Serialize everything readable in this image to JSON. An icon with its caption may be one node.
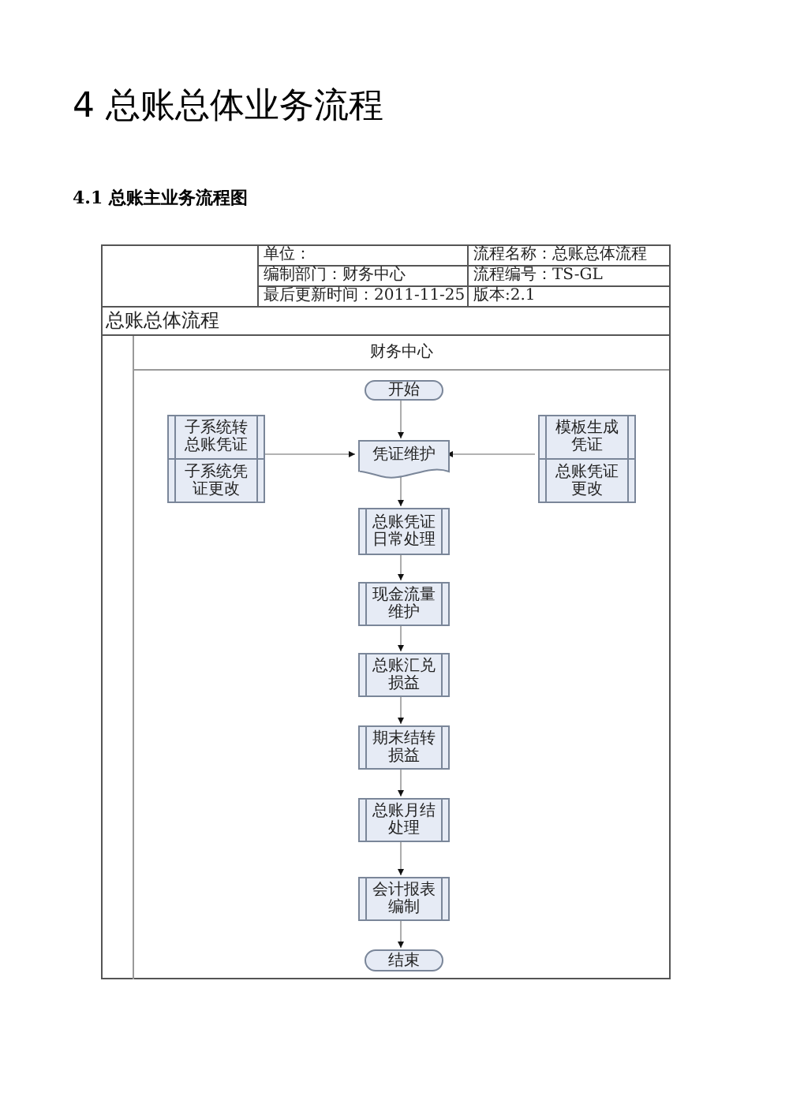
{
  "diagram": {
    "title": "4 总账总体业务流程",
    "nodes": [
      {
        "text": [
          "总账总体流程"
        ]
      },
      {
        "text": [
          "财务中心"
        ],
        "in": 0
      },
      {
        "text": [
          "开始"
        ],
        "in": 1
      },
      {
        "text": [
          "子系统转总账凭证",
          "子系统凭证更改"
        ],
        "in": 1
      },
      {
        "text": [
          "凭证维护"
        ],
        "in": 1
      },
      {
        "text": [
          "模板生成凭证",
          "总账凭证更改"
        ],
        "in": 1
      },
      {
        "text": [
          "总账凭证日常处理"
        ],
        "in": 1
      },
      {
        "text": [
          "现金流量维护"
        ],
        "in": 1
      },
      {
        "text": [
          "总账汇兑损益"
        ],
        "in": 1
      },
      {
        "text": [
          "期末结转损益"
        ],
        "in": 1
      },
      {
        "text": [
          "总账月结处理"
        ],
        "in": 1
      },
      {
        "text": [
          "会计报表编制"
        ],
        "in": 1
      },
      {
        "text": [
          "结束"
        ],
        "in": 1
      }
    ],
    "edges": [
      {
        "from": 2,
        "to": 4,
        "arrow": "to"
      },
      {
        "from": 3,
        "to": 4,
        "arrow": "to"
      },
      {
        "from": 5,
        "to": 4,
        "arrow": "to"
      },
      {
        "from": 4,
        "to": 6,
        "arrow": "to"
      },
      {
        "from": 6,
        "to": 7,
        "arrow": "to"
      },
      {
        "from": 7,
        "to": 8,
        "arrow": "to"
      },
      {
        "from": 8,
        "to": 9,
        "arrow": "to"
      },
      {
        "from": 9,
        "to": 10,
        "arrow": "to"
      },
      {
        "from": 10,
        "to": 11,
        "arrow": "to"
      },
      {
        "from": 11,
        "to": 12,
        "arrow": "to"
      }
    ],
    "labels": [
      "4.1 总账主业务流程图",
      "单位：",
      "流程名称：总账总体流程",
      "编制部门：财务中心",
      "流程编号：TS-GL",
      "最后更新时间：2011-11-25",
      "版本:2.1"
    ]
  }
}
